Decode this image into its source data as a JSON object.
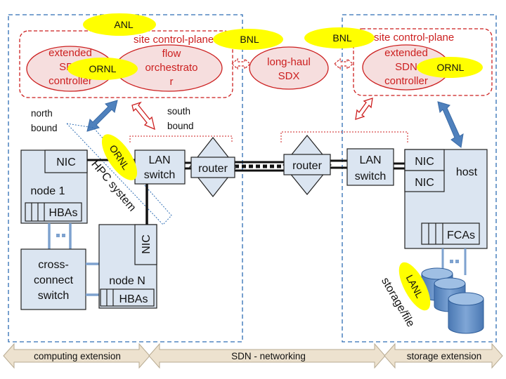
{
  "colors": {
    "dashed_blue": "#2e6db4",
    "red": "#cc1f1f",
    "red_fill": "#f6dede",
    "box_fill": "#dbe5f1",
    "yellow": "#ffff00",
    "arrow_blue": "#4f81bd",
    "band_fill": "#ede2cf"
  },
  "labels": {
    "anl": "ANL",
    "bnl_left": "BNL",
    "bnl_right": "BNL",
    "ornl_controller": "ORNL",
    "ornl_right": "ORNL",
    "ornl_hpc": "ORNL",
    "lanl": "LANL",
    "site_cp_left": "site control-plane",
    "site_cp_right": "site control-plane",
    "ext_sdn_ctrl_left": [
      "extended",
      "SDN",
      "controller"
    ],
    "flow_orch": [
      "flow",
      "orchestrato",
      "r"
    ],
    "long_haul_sdx": [
      "long-haul",
      "SDX"
    ],
    "ext_sdn_ctrl_right": [
      "extended",
      "SDN",
      "controller"
    ],
    "north_bound": [
      "north",
      "bound"
    ],
    "south_bound": [
      "south",
      "bound"
    ],
    "nic_node1": "NIC",
    "node1": "node 1",
    "hbas_node1": "HBAs",
    "hpc_system": "HPC system",
    "lan_switch_left": [
      "LAN",
      "switch"
    ],
    "router_left": "router",
    "router_right": "router",
    "lan_switch_right": [
      "LAN",
      "switch"
    ],
    "nic_host_1": "NIC",
    "nic_host_2": "NIC",
    "host": "host",
    "fcas": "FCAs",
    "cross_connect": [
      "cross-",
      "connect",
      "switch"
    ],
    "nic_nodeN": "NIC",
    "nodeN": "node N",
    "hbas_nodeN": "HBAs",
    "storage_file": "storage/file"
  },
  "bottom_bands": {
    "left": "computing extension",
    "middle": "SDN - networking",
    "right": "storage extension"
  }
}
